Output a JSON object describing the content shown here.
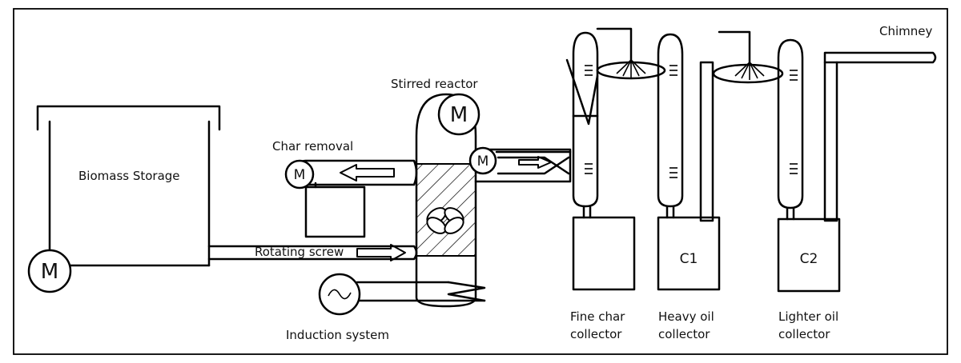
{
  "labels": {
    "chimney": "Chimney",
    "stirred_reactor": "Stirred reactor",
    "char_removal": "Char removal",
    "biomass_storage": "Biomass Storage",
    "rotating_screw": "Rotating screw",
    "induction_system": "Induction system",
    "fine_char_line1": "Fine char",
    "fine_char_line2": "collector",
    "heavy_oil_line1": "Heavy oil",
    "heavy_oil_line2": "collector",
    "lighter_oil_line1": "Lighter oil",
    "lighter_oil_line2": "collector",
    "c1": "C1",
    "c2": "C2"
  },
  "motor_symbol": "M"
}
